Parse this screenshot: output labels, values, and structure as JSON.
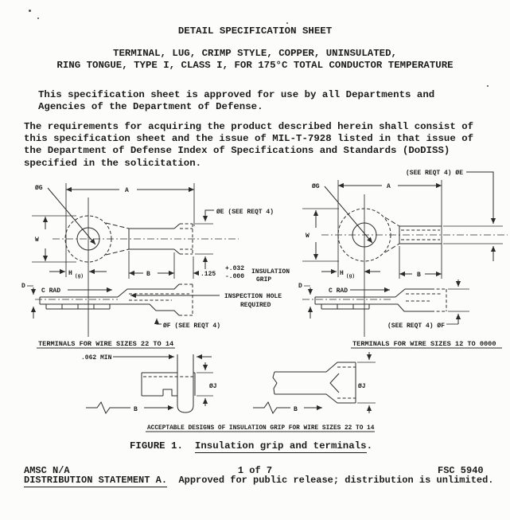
{
  "header": {
    "title": "DETAIL SPECIFICATION SHEET",
    "subtitle": "TERMINAL, LUG, CRIMP STYLE, COPPER, UNINSULATED,\nRING TONGUE, TYPE I, CLASS I, FOR 175°C TOTAL CONDUCTOR TEMPERATURE"
  },
  "body": {
    "approval_paragraph": "This specification sheet is approved for use by all Departments and\nAgencies of the Department of Defense.",
    "requirements_paragraph": "The requirements for acquiring the product described herein shall consist of\nthis specification sheet and the issue of MIL-T-7928 listed in that issue of\nthe Department of Defense Index of Specifications and Standards (DoDISS)\nspecified in the solicitation."
  },
  "figure": {
    "left_view_caption": "TERMINALS FOR WIRE SIZES 22 TO 14",
    "right_view_caption": "TERMINALS FOR WIRE SIZES 12 TO 0000",
    "grip_caption": "ACCEPTABLE DESIGNS OF INSULATION GRIP FOR WIRE SIZES 22 TO 14",
    "caption_label": "FIGURE 1.",
    "caption_title": "Insulation grip and terminals",
    "caption_period": ".",
    "dims": {
      "dia_g": "ØG",
      "a": "A",
      "w": "W",
      "h": "H",
      "h_sub": "(g)",
      "b": "B",
      "d": "D",
      "c_rad": "C RAD",
      "dia_e_left": "ØE (SEE REQT 4)",
      "dia_e_right": "(SEE REQT 4) ØE",
      "dia_f_left": "ØF (SEE REQT 4)",
      "dia_f_right": "(SEE REQT 4) ØF",
      "grip_len": ".125",
      "grip_tol_plus": "+.032",
      "grip_tol_minus": "-.000",
      "grip_note_1": "INSULATION",
      "grip_note_2": "GRIP",
      "inspection_note_1": "INSPECTION HOLE",
      "inspection_note_2": "REQUIRED",
      "min_tab": ".062 MIN",
      "dia_j": "ØJ"
    }
  },
  "footer": {
    "amsc": "AMSC N/A",
    "page": "1 of 7",
    "fsc": "FSC 5940",
    "statement_label": "DISTRIBUTION STATEMENT A.",
    "statement_text": "Approved for public release; distribution is unlimited."
  }
}
